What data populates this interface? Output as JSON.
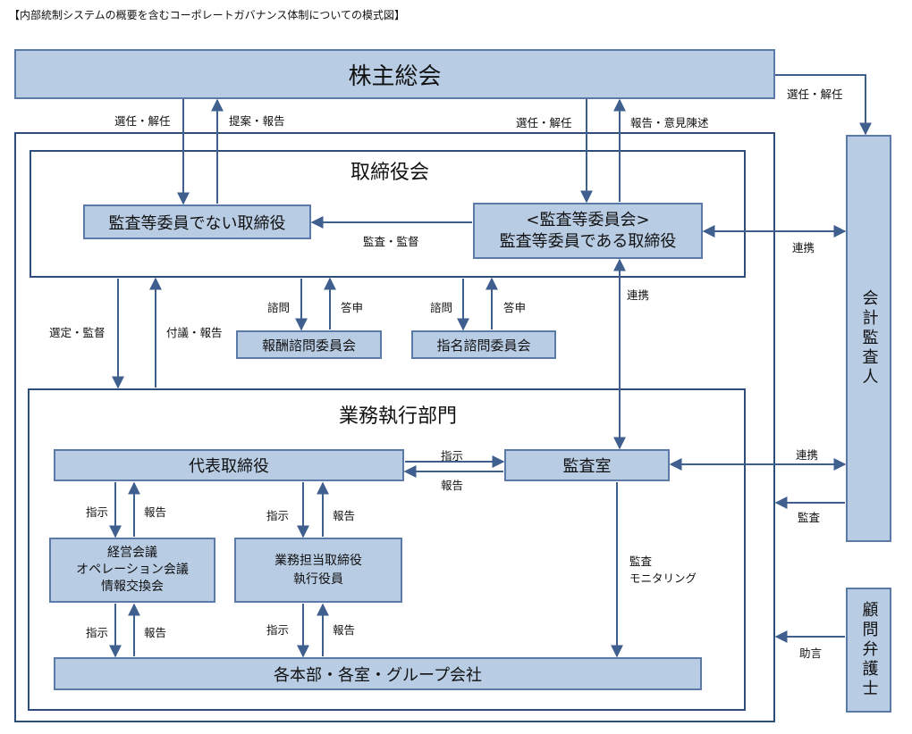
{
  "title": "【内部統制システムの概要を含むコーポレートガバナンス体制についての模式図】",
  "boxes": {
    "shareholders": "株主総会",
    "directors_non_audit": "監査等委員でない取締役",
    "audit_committee": "<監査等委員会>\n監査等委員である取締役",
    "compensation": "報酬諮問委員会",
    "nomination": "指名諮問委員会",
    "representative": "代表取締役",
    "audit_office": "監査室",
    "management_meetings": "経営会議\nオペレーション会議\n情報交換会",
    "exec_officers": "業務担当取締役\n執行役員",
    "departments": "各本部・各室・グループ会社",
    "accounting_auditor": "会計監査人",
    "legal_advisor": "顧問弁護士"
  },
  "frames": {
    "board": "取締役会",
    "business_exec": "業務執行部門"
  },
  "labels": {
    "elect_dismiss_1": "選任・解任",
    "propose_report": "提案・報告",
    "elect_dismiss_2": "選任・解任",
    "report_opinion": "報告・意見陳述",
    "elect_dismiss_3": "選任・解任",
    "audit_supervise": "監査・監督",
    "liaison_1": "連携",
    "liaison_2": "連携",
    "liaison_3": "連携",
    "select_supervise": "選定・監督",
    "agenda_report": "付議・報告",
    "consult_1": "諮問",
    "answer_1": "答申",
    "consult_2": "諮問",
    "answer_2": "答申",
    "instruct_ao": "指示",
    "report_ao": "報告",
    "instruct_1": "指示",
    "report_1": "報告",
    "instruct_2": "指示",
    "report_2": "報告",
    "instruct_3": "指示",
    "report_3": "報告",
    "instruct_4": "指示",
    "report_4": "報告",
    "audit_monitoring": "監査\nモニタリング",
    "audit_by_accountant": "監査",
    "advice": "助言"
  }
}
